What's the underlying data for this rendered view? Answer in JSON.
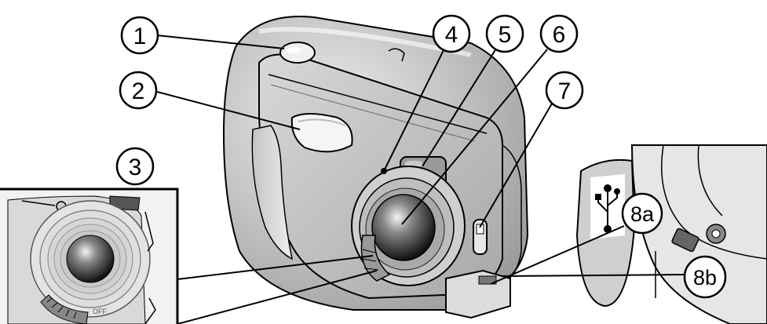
{
  "callouts": [
    {
      "id": "1",
      "label": "1"
    },
    {
      "id": "2",
      "label": "2"
    },
    {
      "id": "3",
      "label": "3"
    },
    {
      "id": "4",
      "label": "4"
    },
    {
      "id": "5",
      "label": "5"
    },
    {
      "id": "6",
      "label": "6"
    },
    {
      "id": "7",
      "label": "7"
    },
    {
      "id": "8a",
      "label": "8a"
    },
    {
      "id": "8b",
      "label": "8b"
    }
  ],
  "inset": {
    "mode_labels": [
      "OFF"
    ]
  }
}
